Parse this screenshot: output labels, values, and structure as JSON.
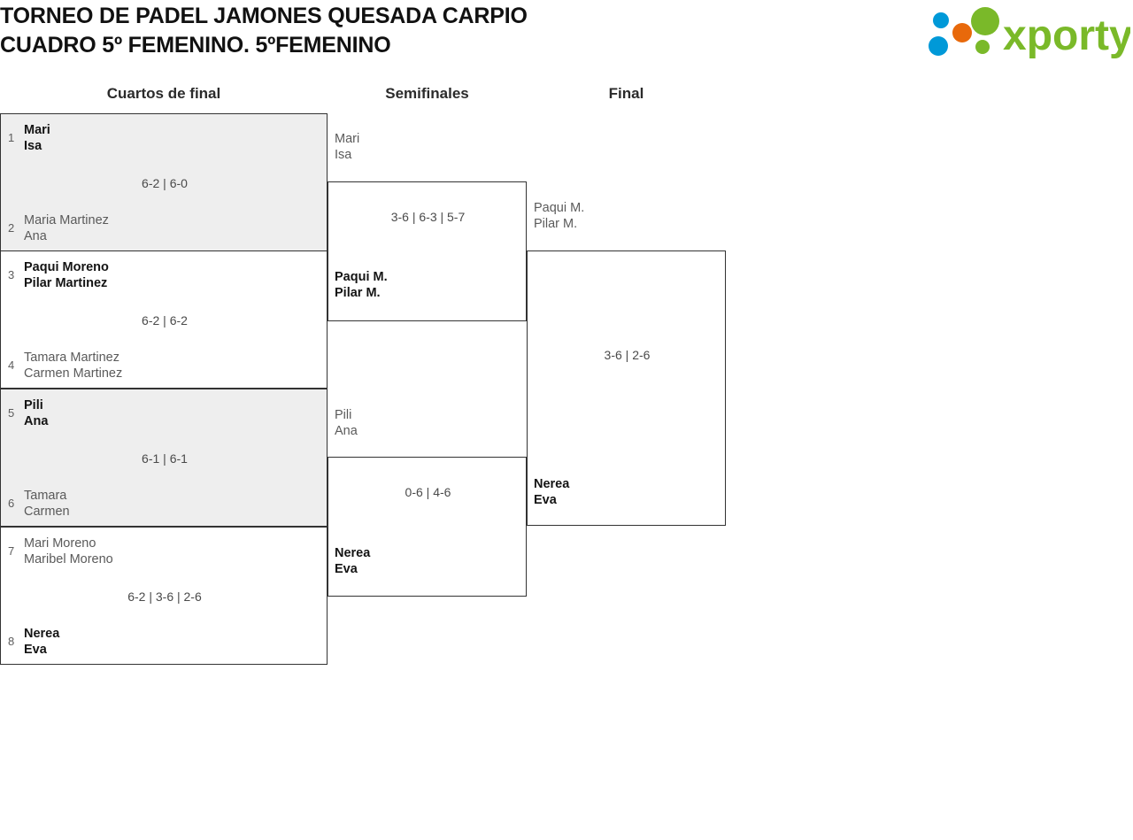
{
  "header": {
    "title_line1": "TORNEO DE PADEL JAMONES QUESADA CARPIO",
    "title_line2": "CUADRO 5º FEMENINO. 5ºFEMENINO",
    "logo_text": "xporty",
    "logo_colors": {
      "green": "#7ab929",
      "blue": "#0099d8",
      "orange": "#e8690b"
    }
  },
  "rounds": [
    {
      "label": "Cuartos de final"
    },
    {
      "label": "Semifinales"
    },
    {
      "label": "Final"
    }
  ],
  "quarterfinals": [
    {
      "shaded": true,
      "score": "6-2 | 6-0",
      "top": {
        "seed": "1",
        "player1": "Mari",
        "player2": "Isa",
        "winner": true
      },
      "bottom": {
        "seed": "2",
        "player1": "Maria Martinez",
        "player2": "Ana",
        "winner": false
      }
    },
    {
      "shaded": false,
      "score": "6-2 | 6-2",
      "top": {
        "seed": "3",
        "player1": "Paqui Moreno",
        "player2": "Pilar Martinez",
        "winner": true
      },
      "bottom": {
        "seed": "4",
        "player1": "Tamara Martinez",
        "player2": "Carmen Martinez",
        "winner": false
      }
    },
    {
      "shaded": true,
      "score": "6-1 | 6-1",
      "top": {
        "seed": "5",
        "player1": "Pili",
        "player2": "Ana",
        "winner": true
      },
      "bottom": {
        "seed": "6",
        "player1": "Tamara",
        "player2": "Carmen",
        "winner": false
      }
    },
    {
      "shaded": false,
      "score": "6-2 | 3-6 | 2-6",
      "top": {
        "seed": "7",
        "player1": "Mari Moreno",
        "player2": "Maribel Moreno",
        "winner": false
      },
      "bottom": {
        "seed": "8",
        "player1": "Nerea",
        "player2": "Eva",
        "winner": true
      }
    }
  ],
  "semifinals": [
    {
      "score": "3-6 | 6-3 | 5-7",
      "top": {
        "player1": "Mari",
        "player2": "Isa",
        "winner": false
      },
      "bottom": {
        "player1": "Paqui M.",
        "player2": "Pilar M.",
        "winner": true
      }
    },
    {
      "score": "0-6 | 4-6",
      "top": {
        "player1": "Pili",
        "player2": "Ana",
        "winner": false
      },
      "bottom": {
        "player1": "Nerea",
        "player2": "Eva",
        "winner": true
      }
    }
  ],
  "final": {
    "score": "3-6 | 2-6",
    "top": {
      "player1": "Paqui M.",
      "player2": "Pilar M.",
      "winner": false
    },
    "bottom": {
      "player1": "Nerea",
      "player2": "Eva",
      "winner": true
    }
  }
}
